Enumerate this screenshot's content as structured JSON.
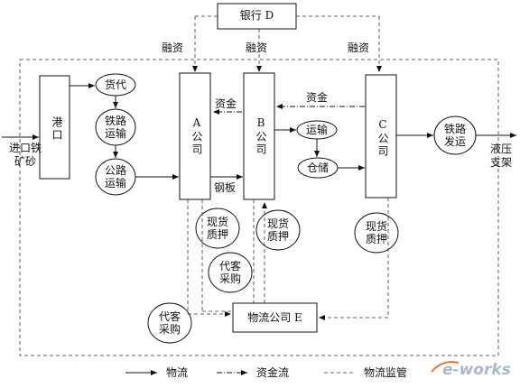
{
  "bank": "银行 D",
  "financing_label": "融资",
  "port": "港口",
  "company_a": "A公司",
  "company_b": "B公司",
  "company_c": "C公司",
  "logistics_e": "物流公司 E",
  "import_ore": "进口铁矿砂",
  "hydraulic_support": "液压支架",
  "freight_forwarding": "货代",
  "rail_transport": "铁路\n运输",
  "road_transport": "公路\n运输",
  "transport": "运输",
  "warehousing": "仓储",
  "rail_shipping": "铁路\n发运",
  "capital": "资金",
  "steel_plate": "钢板",
  "spot_pledge": "现货\n质押",
  "agent_purchase": "代客\n采购",
  "legend": {
    "logistics": "物流",
    "capital_flow": "资金流",
    "logistics_supervision": "物流监管"
  },
  "watermark": "e-works"
}
